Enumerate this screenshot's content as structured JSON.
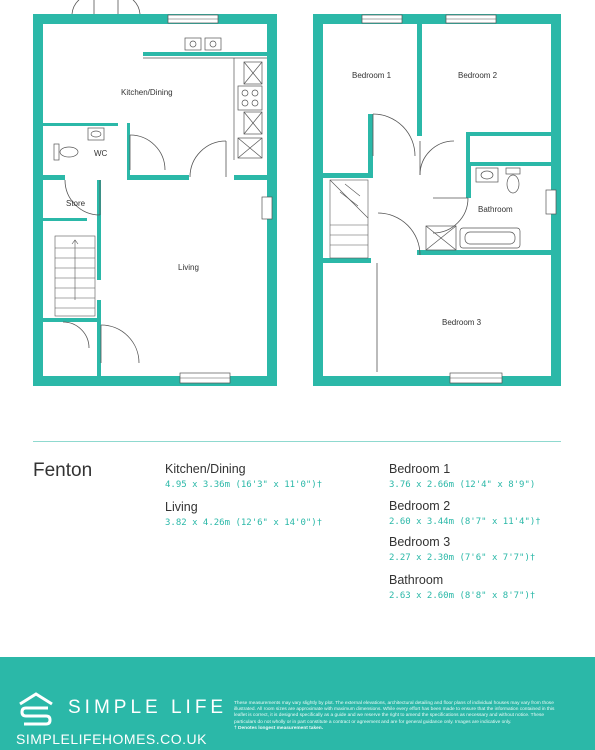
{
  "plan": {
    "rooms": {
      "kitchen_dining": "Kitchen/Dining",
      "wc": "WC",
      "store": "Store",
      "living": "Living",
      "bedroom1": "Bedroom 1",
      "bedroom2": "Bedroom 2",
      "bathroom": "Bathroom",
      "bedroom3": "Bedroom 3"
    },
    "colors": {
      "wall": "#2bb8a8",
      "fixture": "#555555"
    }
  },
  "house_name": "Fenton",
  "specs": {
    "left": [
      {
        "name": "Kitchen/Dining",
        "dims": "4.95 x 3.36m (16'3\" x 11'0\")†"
      },
      {
        "name": "Living",
        "dims": "3.82 x 4.26m (12'6\" x 14'0\")†"
      }
    ],
    "right": [
      {
        "name": "Bedroom 1",
        "dims": "3.76 x 2.66m (12'4\" x 8'9\")"
      },
      {
        "name": "Bedroom 2",
        "dims": "2.60 x 3.44m (8'7\" x 11'4\")†"
      },
      {
        "name": "Bedroom 3",
        "dims": "2.27 x 2.30m (7'6\" x 7'7\")†"
      },
      {
        "name": "Bathroom",
        "dims": "2.63 x 2.60m (8'8\" x 8'7\")†"
      }
    ]
  },
  "footer": {
    "brand": "SIMPLE LIFE",
    "website": "SIMPLELIFEHOMES.CO.UK",
    "disclaimer": "These measurements may vary slightly by plot. The external elevations, architectural detailing and floor plans of individual houses may vary from those illustrated. All room sizes are approximate with maximum dimensions. While every effort has been made to ensure that the information contained in this leaflet is correct, it is designed specifically as a guide and we reserve the right to amend the specifications as necessary and without notice. These particulars do not wholly or in part constitute a contract or agreement and are for general guidance only. Images are indicative only.",
    "note": "† Denotes longest measurement taken.",
    "accent": "#2bb8a8"
  }
}
